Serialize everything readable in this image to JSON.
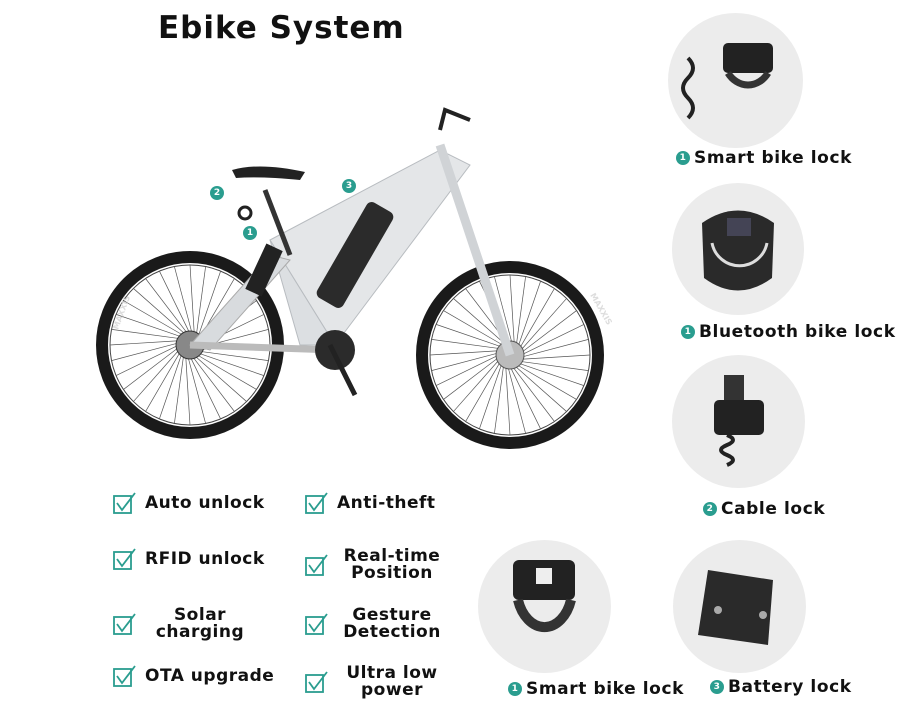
{
  "title": "Ebike System",
  "accent": "#2a9d8f",
  "features": [
    {
      "label": "Auto unlock"
    },
    {
      "label": "Anti-theft"
    },
    {
      "label": "RFID unlock"
    },
    {
      "label": "Real-time Position"
    },
    {
      "label": "Solar charging"
    },
    {
      "label": "Gesture Detection"
    },
    {
      "label": "OTA upgrade"
    },
    {
      "label": "Ultra low power"
    }
  ],
  "products": [
    {
      "num": "1",
      "label": "Smart bike lock"
    },
    {
      "num": "1",
      "label": "Bluetooth bike lock"
    },
    {
      "num": "2",
      "label": "Cable lock"
    },
    {
      "num": "1",
      "label": "Smart bike lock"
    },
    {
      "num": "3",
      "label": "Battery lock"
    }
  ],
  "bike_markers": [
    "1",
    "2",
    "3"
  ],
  "tire_brand": "MAXXIS"
}
